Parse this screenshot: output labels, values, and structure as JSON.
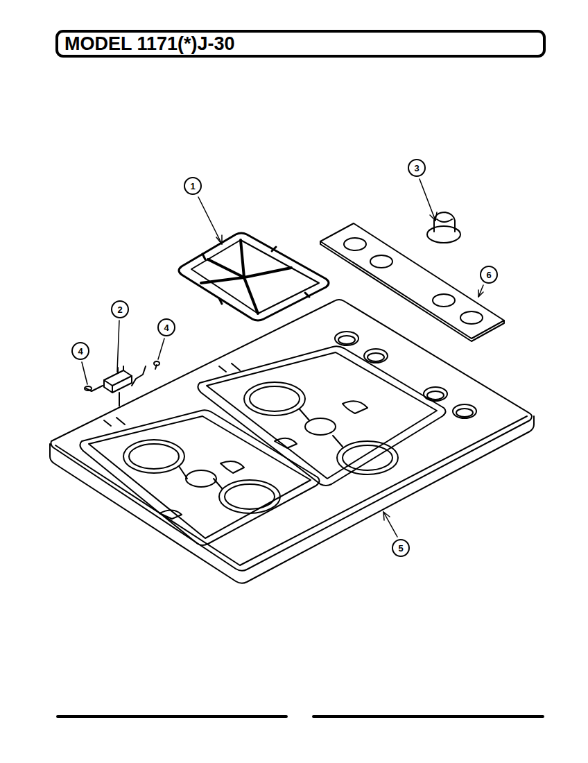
{
  "diagram": {
    "title": "MODEL 1171(*)J-30",
    "labels": [
      "1",
      "2",
      "3",
      "4",
      "4",
      "5",
      "6"
    ]
  }
}
